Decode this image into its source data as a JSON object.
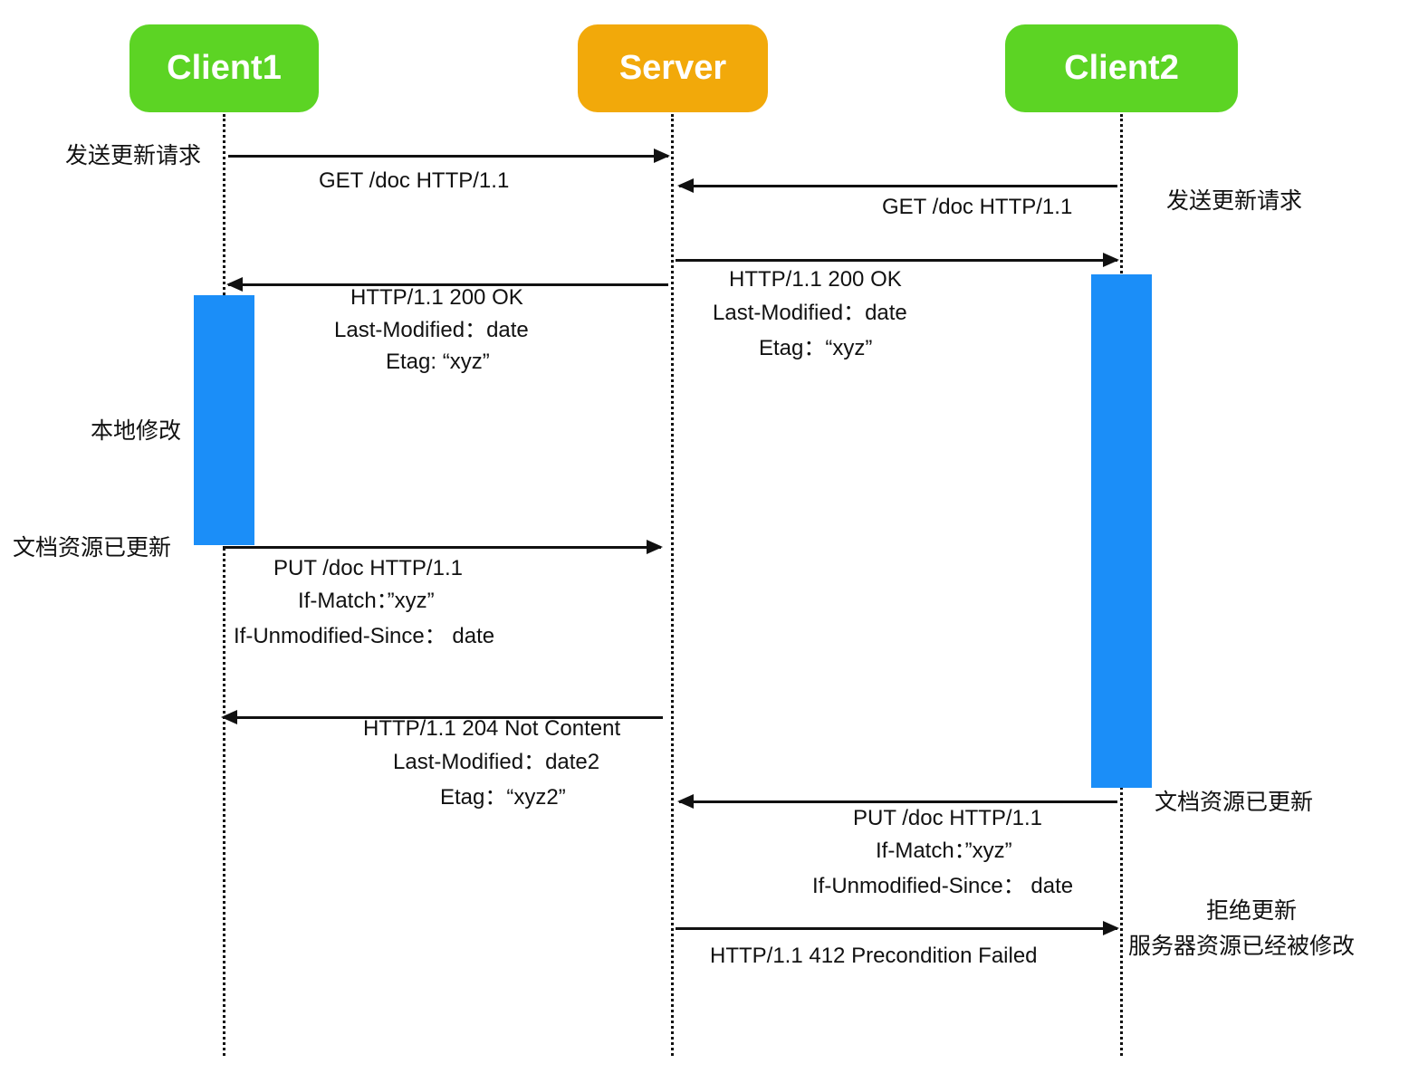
{
  "actors": {
    "client1": {
      "label": "Client1",
      "color": "#5cd424"
    },
    "server": {
      "label": "Server",
      "color": "#f2a90a"
    },
    "client2": {
      "label": "Client2",
      "color": "#5cd424"
    }
  },
  "notes": {
    "c1_send": "发送更新请求",
    "c2_send": "发送更新请求",
    "c1_local_modify": "本地修改",
    "c1_doc_updated": "文档资源已更新",
    "c2_doc_updated": "文档资源已更新",
    "c2_rejected_line1": "拒绝更新",
    "c2_rejected_line2": "服务器资源已经被修改"
  },
  "messages": {
    "m1": {
      "line1": "GET /doc  HTTP/1.1"
    },
    "m2": {
      "line1": "GET /doc  HTTP/1.1"
    },
    "m3": {
      "line1": "HTTP/1.1 200 OK",
      "line2": "Last-Modified：date",
      "line3": "Etag：“xyz”"
    },
    "m4": {
      "line1": "HTTP/1.1 200 OK",
      "line2": "Last-Modified：date",
      "line3": "Etag: “xyz”"
    },
    "m5": {
      "line1": "PUT /doc  HTTP/1.1",
      "line2": "If-Match：”xyz”",
      "line3": "If-Unmodified-Since：  date"
    },
    "m6": {
      "line1": "HTTP/1.1 204 Not  Content",
      "line2": "Last-Modified：date2",
      "line3": "Etag：“xyz2”"
    },
    "m7": {
      "line1": "PUT /doc  HTTP/1.1",
      "line2": "If-Match：”xyz”",
      "line3": "If-Unmodified-Since：  date"
    },
    "m8": {
      "line1": "HTTP/1.1   412  Precondition  Failed"
    }
  }
}
